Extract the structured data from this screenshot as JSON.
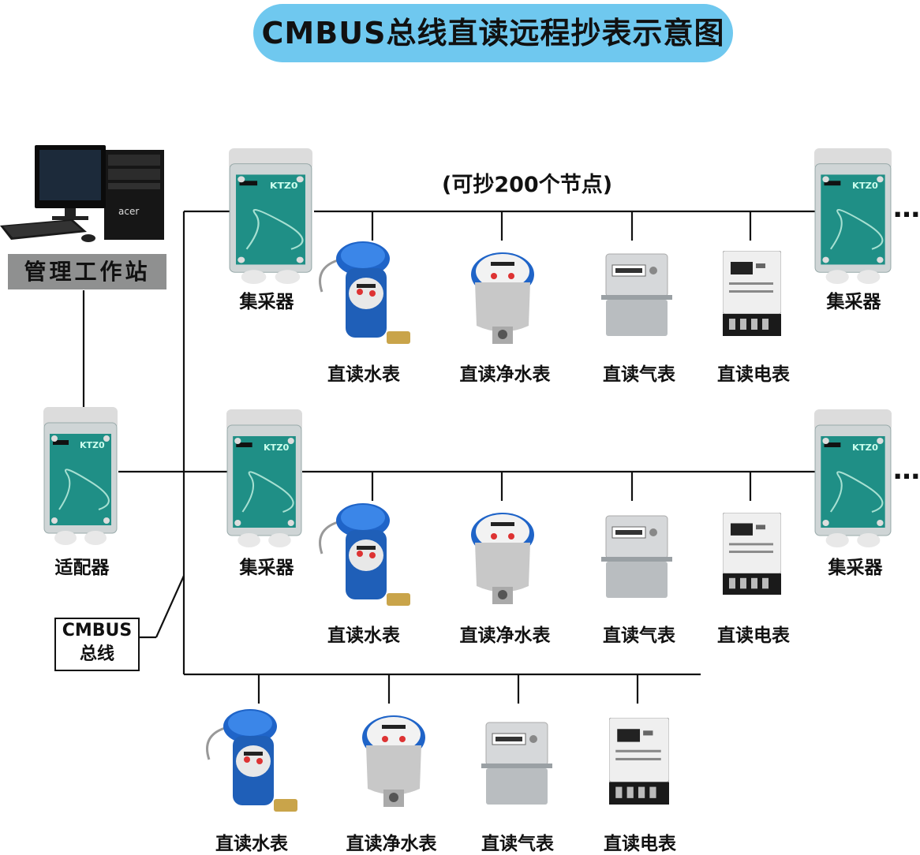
{
  "title": "CMBUS总线直读远程抄表示意图",
  "capacity_note": "(可抄200个节点)",
  "station": {
    "label": "管理工作站",
    "brand": "acer"
  },
  "adapter": {
    "label": "适配器"
  },
  "bus": {
    "line1": "CMBUS",
    "line2": "总线"
  },
  "collector_label": "集采器",
  "collector_chip": "KTZ0",
  "ellipsis": "…",
  "row1": {
    "left_collector": "集采器",
    "right_collector": "集采器",
    "meters": [
      "直读水表",
      "直读净水表",
      "直读气表",
      "直读电表"
    ]
  },
  "row2": {
    "left_collector": "集采器",
    "right_collector": "集采器",
    "meters": [
      "直读水表",
      "直读净水表",
      "直读气表",
      "直读电表"
    ]
  },
  "row3": {
    "meters": [
      "直读水表",
      "直读净水表",
      "直读气表",
      "直读电表"
    ]
  },
  "colors": {
    "title_bg": "#6fc8ef",
    "station_bg": "#8f9090",
    "board": "#1f8f86",
    "meter_blue": "#1f64c8"
  }
}
